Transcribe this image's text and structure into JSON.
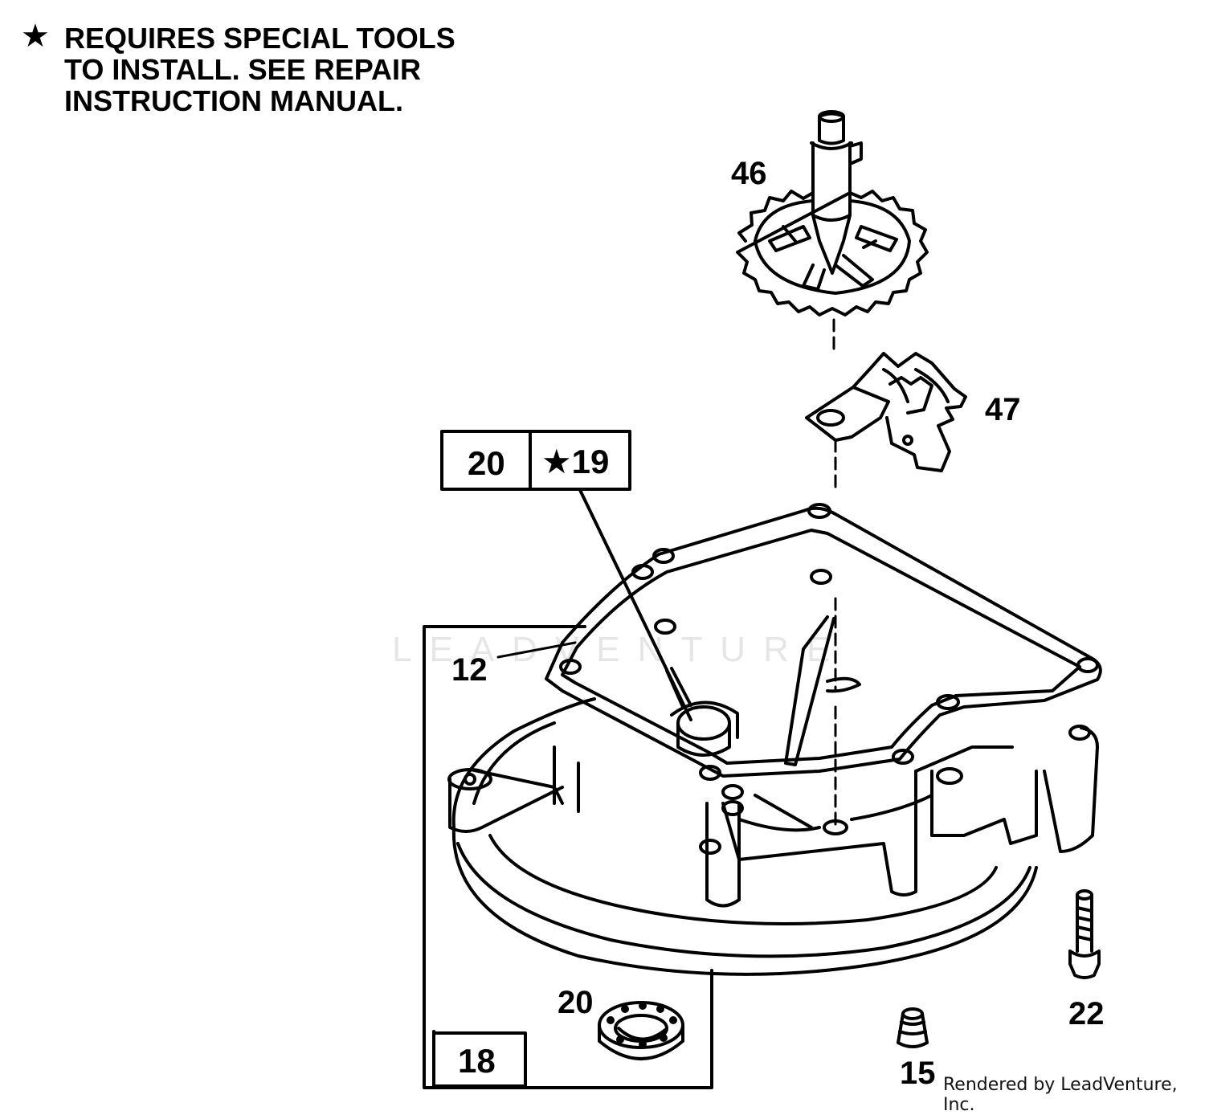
{
  "note": {
    "star": "★",
    "lines": [
      "REQUIRES SPECIAL TOOLS",
      "TO INSTALL.  SEE REPAIR",
      "INSTRUCTION MANUAL."
    ]
  },
  "callouts": {
    "gear": "46",
    "governor": "47",
    "box_left": "20",
    "box_right": "★19",
    "sump": "12",
    "seal": "20",
    "kit": "18",
    "plug": "15",
    "bolt": "22"
  },
  "watermark": "LEADVENTURE",
  "footer": "Rendered by LeadVenture, Inc."
}
